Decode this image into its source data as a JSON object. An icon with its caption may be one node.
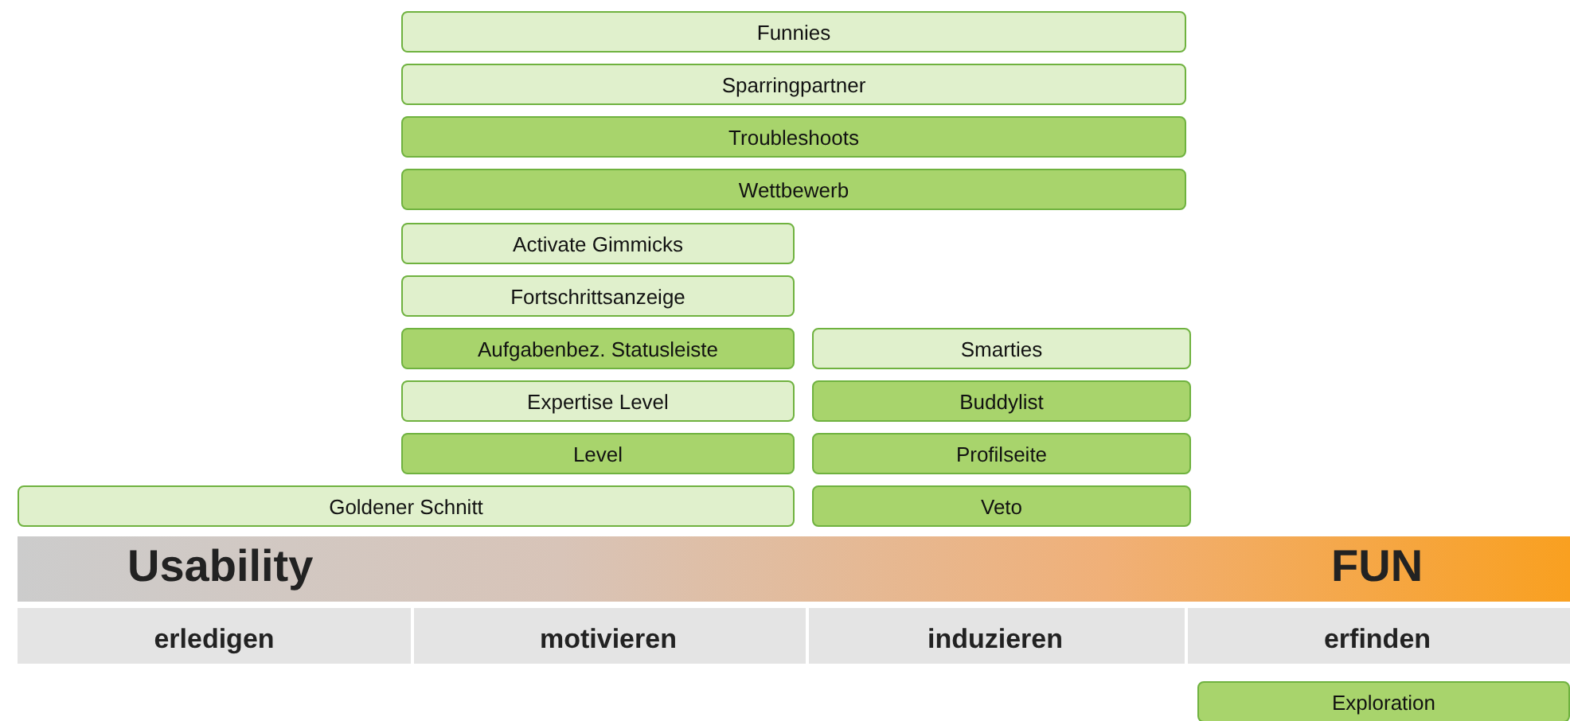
{
  "diagram": {
    "nodes": [
      {
        "text": [
          "Funnies"
        ]
      },
      {
        "text": [
          "Sparringpartner"
        ]
      },
      {
        "text": [
          "Troubleshoots"
        ]
      },
      {
        "text": [
          "Wettbewerb"
        ]
      },
      {
        "text": [
          "Activate Gimmicks"
        ]
      },
      {
        "text": [
          "Fortschrittsanzeige"
        ]
      },
      {
        "text": [
          "Aufgabenbez. Statusleiste"
        ]
      },
      {
        "text": [
          "Smarties"
        ]
      },
      {
        "text": [
          "Expertise Level"
        ]
      },
      {
        "text": [
          "Buddylist"
        ]
      },
      {
        "text": [
          "Level"
        ]
      },
      {
        "text": [
          "Profilseite"
        ]
      },
      {
        "text": [
          "Goldener Schnitt"
        ]
      },
      {
        "text": [
          "Veto"
        ]
      },
      {
        "text": [
          "Exploration"
        ]
      }
    ],
    "labels": [
      "Usability",
      "FUN",
      "erledigen",
      "motivieren",
      "induzieren",
      "erfinden"
    ]
  }
}
